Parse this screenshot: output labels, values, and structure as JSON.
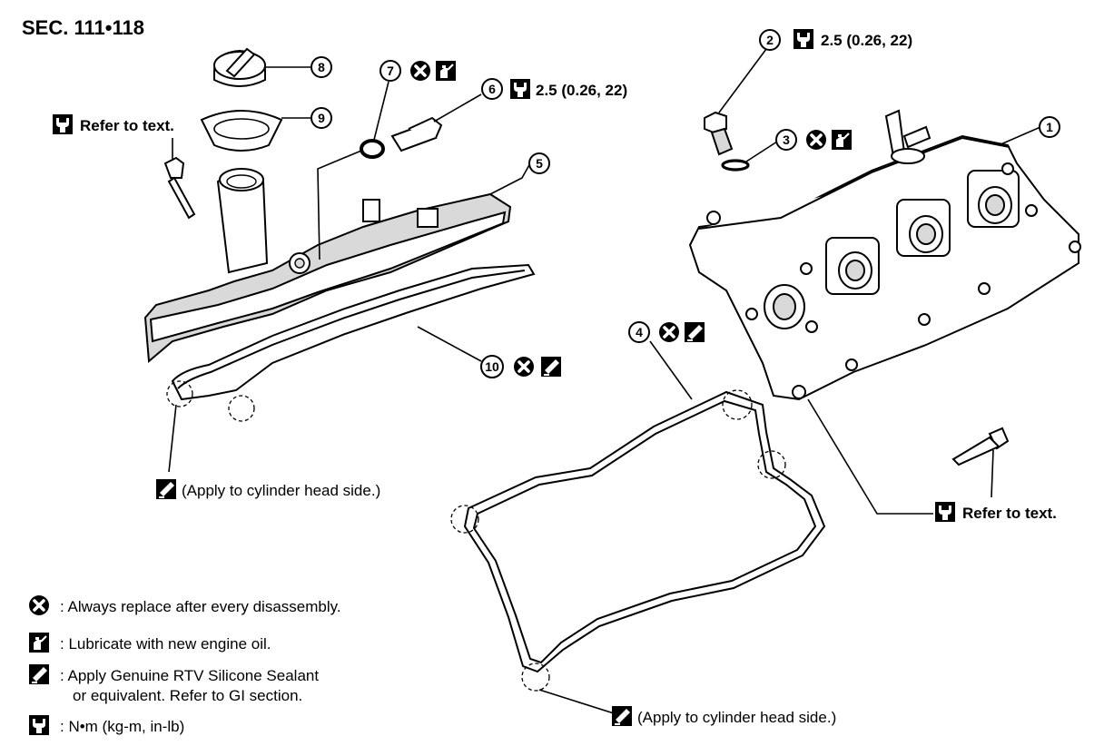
{
  "section_code": "SEC. 111•118",
  "parts": [
    {
      "num": "1"
    },
    {
      "num": "2"
    },
    {
      "num": "3"
    },
    {
      "num": "4"
    },
    {
      "num": "5"
    },
    {
      "num": "6"
    },
    {
      "num": "7"
    },
    {
      "num": "8"
    },
    {
      "num": "9"
    },
    {
      "num": "10"
    }
  ],
  "torque": {
    "part2": "2.5 (0.26, 22)",
    "part6": "2.5 (0.26, 22)",
    "left_bolt": "Refer to text.",
    "right_bolt": "Refer to text."
  },
  "callouts": {
    "left_gasket": "(Apply to cylinder head side.)",
    "right_gasket": "(Apply to cylinder head side.)"
  },
  "legend": {
    "replace": ": Always replace after every disassembly.",
    "lubricate": ": Lubricate with new engine oil.",
    "sealant_line1": ": Apply Genuine RTV Silicone Sealant",
    "sealant_line2": "or equivalent. Refer to GI section.",
    "torque_unit": ": N•m  (kg-m, in-lb)"
  },
  "icons": {
    "replace": "replace-x-icon",
    "lubricate": "oil-can-icon",
    "sealant": "sealant-tube-icon",
    "torque": "torque-wrench-icon"
  }
}
